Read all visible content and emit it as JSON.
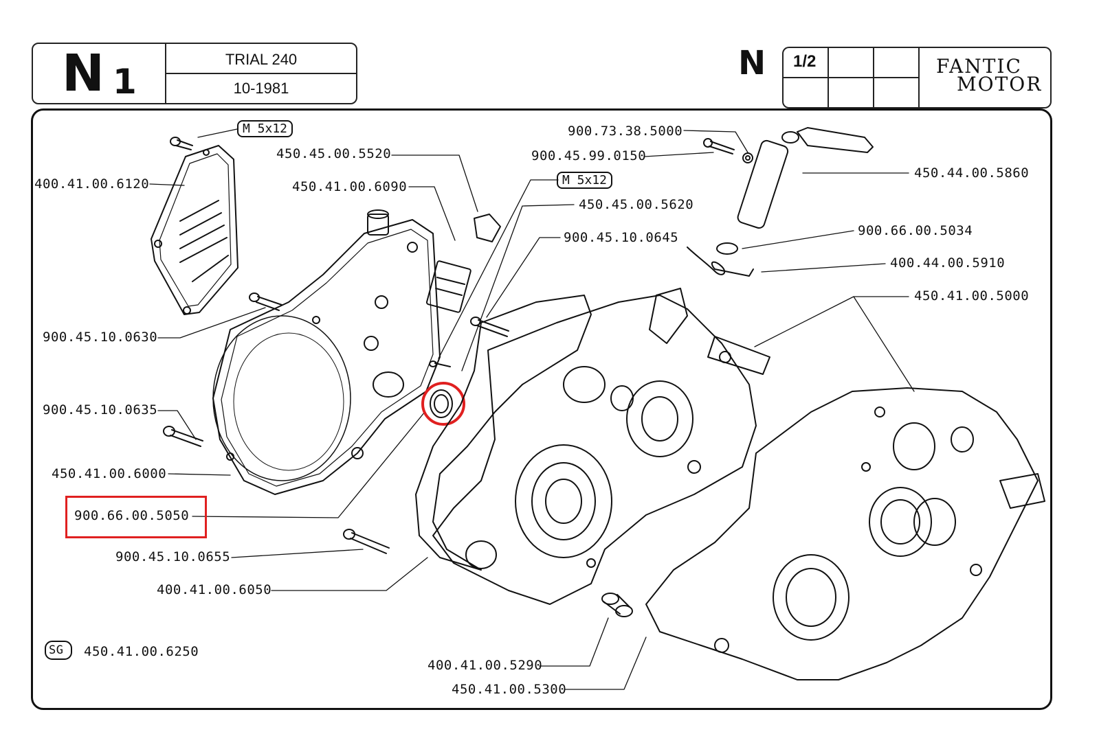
{
  "header": {
    "code_letter": "N",
    "code_number": "1",
    "model": "TRIAL 240",
    "date": "10-1981",
    "section": "N",
    "sheet": "1/2",
    "logo_line1": "FANTIC",
    "logo_line2": "MOTOR"
  },
  "callouts": {
    "m5x12_a": "M 5x12",
    "m5x12_b": "M 5x12",
    "p_400_41_00_6120": "400.41.00.6120",
    "p_450_45_00_5520": "450.45.00.5520",
    "p_450_41_00_6090": "450.41.00.6090",
    "p_900_73_38_5000": "900.73.38.5000",
    "p_900_45_99_0150": "900.45.99.0150",
    "p_450_44_00_5860": "450.44.00.5860",
    "p_450_45_00_5620": "450.45.00.5620",
    "p_900_45_10_0645": "900.45.10.0645",
    "p_900_66_00_5034": "900.66.00.5034",
    "p_400_44_00_5910": "400.44.00.5910",
    "p_450_41_00_5000": "450.41.00.5000",
    "p_900_45_10_0630": "900.45.10.0630",
    "p_900_45_10_0635": "900.45.10.0635",
    "p_450_41_00_6000": "450.41.00.6000",
    "p_900_66_00_5050": "900.66.00.5050",
    "p_900_45_10_0655": "900.45.10.0655",
    "p_400_41_00_6050": "400.41.00.6050",
    "sg_tag": "SG",
    "p_450_41_00_6250": "450.41.00.6250",
    "p_400_41_00_5290": "400.41.00.5290",
    "p_450_41_00_5300": "450.41.00.5300"
  },
  "highlight": {
    "part": "900.66.00.5050",
    "color": "#e02020"
  }
}
